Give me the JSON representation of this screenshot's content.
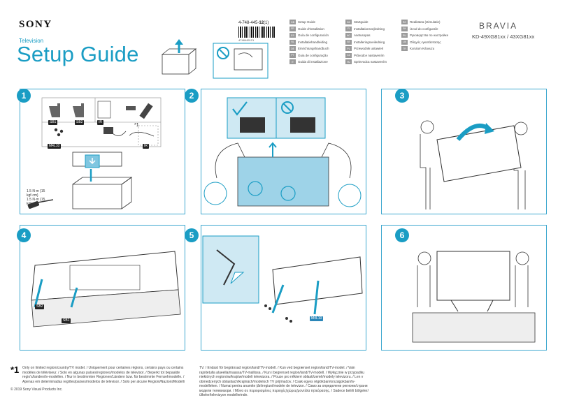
{
  "header": {
    "brand": "SONY",
    "category": "Television",
    "title": "Setup Guide",
    "product_line": "BRAVIA",
    "model": "KD-49XG81xx / 43XG81xx",
    "part_number_prefix": "4-748-445-",
    "part_number_bold": "12",
    "part_number_suffix": "(1)",
    "barcode_digits": "4748445121"
  },
  "languages": [
    [
      {
        "code": "GB",
        "name": "Setup Guide"
      },
      {
        "code": "DK",
        "name": "Startguide"
      },
      {
        "code": "RO",
        "name": "Realitatea (stimulatie)"
      }
    ],
    [
      {
        "code": "FR",
        "name": "Guide d'installation"
      },
      {
        "code": "FI",
        "name": "Installationsvejledning"
      },
      {
        "code": "SK",
        "name": "Úvod do configuraře"
      }
    ],
    [
      {
        "code": "ES",
        "name": "Guía de configuración"
      },
      {
        "code": "NO",
        "name": "Asetusopas"
      },
      {
        "code": "RU",
        "name": "Руководство по настройке"
      }
    ],
    [
      {
        "code": "NL",
        "name": "Installatiehandleiding"
      },
      {
        "code": "SE",
        "name": "Installeringsveiledning"
      },
      {
        "code": "UA",
        "name": "Οδηγός εγκατάστασης"
      }
    ],
    [
      {
        "code": "DE",
        "name": "Einrichtungshandbuch"
      },
      {
        "code": "PL",
        "name": "Przewodnik ustawień"
      },
      {
        "code": "TR",
        "name": "Kurulum Kılavuzu"
      }
    ],
    [
      {
        "code": "PT",
        "name": "Guia de configuração"
      },
      {
        "code": "CZ",
        "name": "Průvodce nastavením"
      },
      {
        "code": "",
        "name": ""
      }
    ],
    [
      {
        "code": "IT",
        "name": "Guida di installazione"
      },
      {
        "code": "HU",
        "name": "Sprievodca nastavením"
      },
      {
        "code": "",
        "name": ""
      }
    ]
  ],
  "steps": [
    {
      "number": "1"
    },
    {
      "number": "2"
    },
    {
      "number": "3"
    },
    {
      "number": "4"
    },
    {
      "number": "5"
    },
    {
      "number": "6"
    }
  ],
  "step1": {
    "tag_sb1": "SB1",
    "tag_sb2": "SB2",
    "tag_ir": "IR",
    "tag_m4l10": "M4L10",
    "tag_star": "*1",
    "tag_ir2": "IR",
    "torque_line1": "1.5 N·m {15 kgf·cm}",
    "torque_line2": "1.5 N·m {15 kgf·cm}"
  },
  "step4": {
    "tag_sb2": "SB2",
    "tag_sb1": "SB1"
  },
  "step5": {
    "tag_m4l10": "M4L10"
  },
  "footer": {
    "asterisk": "*1",
    "note_left": "Only on limited region/country/TV model. / Uniquement pour certaines régions, certains pays ou certains modèles de téléviseur. / Solo en algunas países/regiones/modelos de televisor. / Beperkt tot bepaalde regio's/landen/tv-modellen. / Nur in bestimmten Regionen/Ländern bzw. für bestimmte Fernsehmodelle. / Apenas em determinadas regiões/países/modelos de televisor. / Solo per alcune Regioni/Nazioni/Modelli",
    "note_right": "TV. / Endast för begränsad region/land/TV-modell. / Kun ved begrænset region/land/TV-model. / Vain rajoitetulla alueella/maassa/TV-mallissa. / Kun i begrenset region/land/TV-modell. / Wyłącznie w przypadku niektórych regionów/krajów/modeli telewizora. / Pouze pro některé oblasti/země/modely televizoru. / Len v obmedzených oblastiach/krajinách/modeloch TV prijímačov. / Csak egyes régiókban/országokban/tv-modelleken. / Numai pentru anumite țări/regiuni/modele de televizor. / Само за определени региони/страни модели телевизори. / Μόνο σε περιορισμένες περιοχές/χώρες/μοντέλα τηλεόρασης. / Sadece belirli bölgeler/ülkeler/televizyon modellerinde.",
    "copyright": "© 2019 Sony Visual Products Inc."
  }
}
